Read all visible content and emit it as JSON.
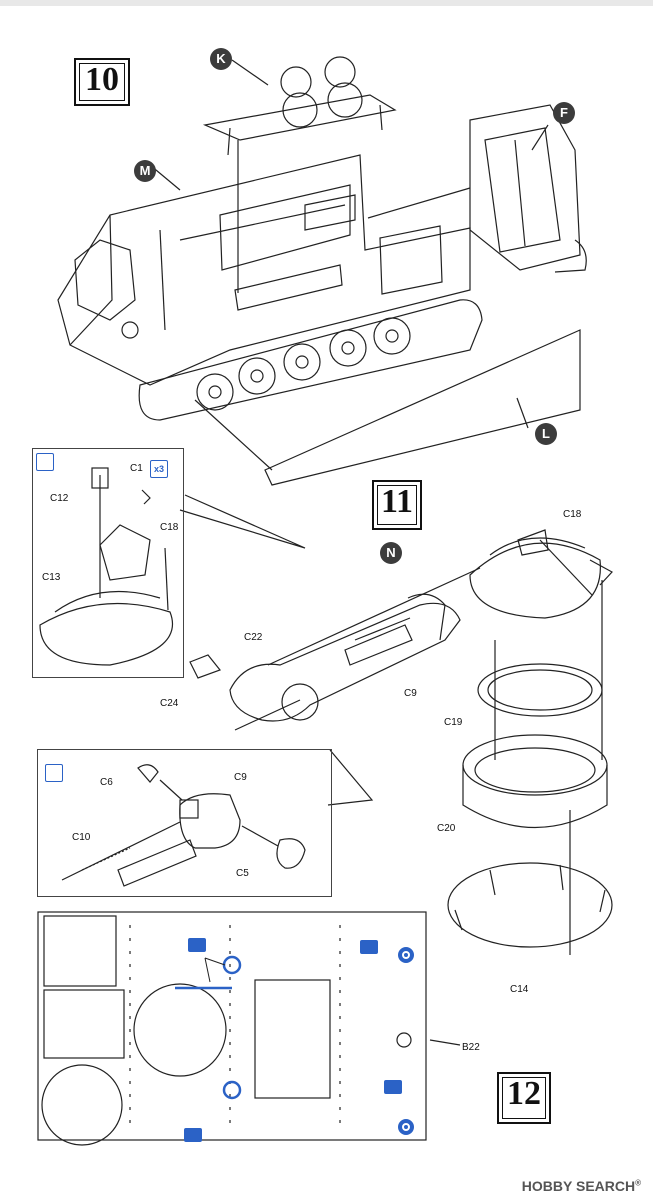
{
  "steps": {
    "s10": "10",
    "s11": "11",
    "s12": "12"
  },
  "callouts": {
    "k": "K",
    "f": "F",
    "m": "M",
    "l": "L",
    "n": "N"
  },
  "parts": {
    "c1": "C1",
    "c5": "C5",
    "c6": "C6",
    "c9": "C9",
    "c9b": "C9",
    "c10": "C10",
    "c12": "C12",
    "c13": "C13",
    "c14": "C14",
    "c18": "C18",
    "c18b": "C18",
    "c19": "C19",
    "c20": "C20",
    "c22": "C22",
    "c24": "C24",
    "b22": "B22"
  },
  "badges": {
    "times3": "x3"
  },
  "watermark": {
    "brand": "HOBBY SEARCH",
    "reg": "®"
  },
  "colors": {
    "accent": "#2b62c6",
    "line": "#222222"
  }
}
